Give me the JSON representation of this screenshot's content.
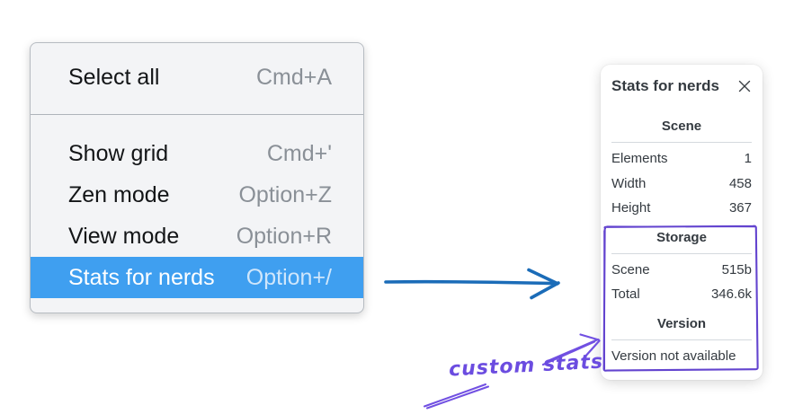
{
  "context_menu": {
    "items": [
      {
        "label": "Select all",
        "shortcut": "Cmd+A",
        "active": false
      },
      {
        "label": "Show grid",
        "shortcut": "Cmd+'",
        "active": false
      },
      {
        "label": "Zen mode",
        "shortcut": "Option+Z",
        "active": false
      },
      {
        "label": "View mode",
        "shortcut": "Option+R",
        "active": false
      },
      {
        "label": "Stats for nerds",
        "shortcut": "Option+/",
        "active": true
      }
    ]
  },
  "stats_panel": {
    "title": "Stats for nerds",
    "close_icon": "close-icon",
    "sections": [
      {
        "header": "Scene",
        "rows": [
          [
            "Elements",
            "1"
          ],
          [
            "Width",
            "458"
          ],
          [
            "Height",
            "367"
          ]
        ]
      },
      {
        "header": "Storage",
        "rows": [
          [
            "Scene",
            "515b"
          ],
          [
            "Total",
            "346.6k"
          ]
        ]
      },
      {
        "header": "Version",
        "rows": [],
        "note": "Version not available"
      }
    ]
  },
  "annotation": {
    "label": "custom stats"
  },
  "colors": {
    "menu_highlight": "#3f9ff0",
    "menu_background": "#f3f4f6",
    "menu_shortcut_gray": "#8a9097",
    "arrow_blue": "#1b6cb8",
    "annotation_purple": "#6b4ce0",
    "rect_purple": "#6344cf",
    "panel_text": "#343a40"
  }
}
